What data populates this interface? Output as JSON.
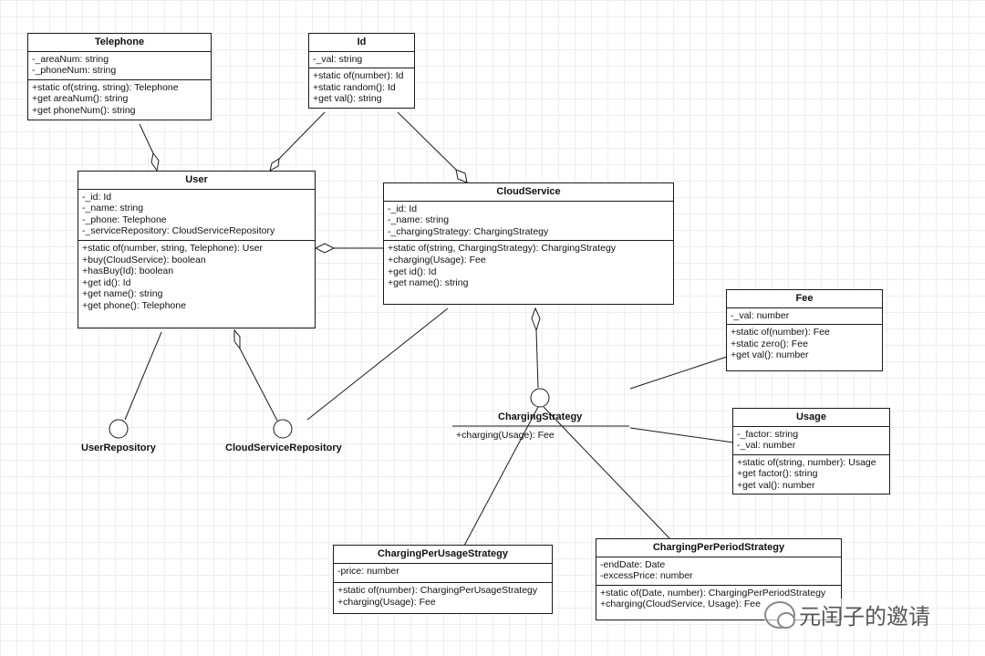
{
  "classes": {
    "telephone": {
      "name": "Telephone",
      "attributes": [
        "-_areaNum: string",
        "-_phoneNum: string"
      ],
      "methods": [
        "+static of(string, string): Telephone",
        "+get areaNum(): string",
        "+get phoneNum(): string"
      ]
    },
    "id": {
      "name": "Id",
      "attributes": [
        "-_val: string"
      ],
      "methods": [
        "+static of(number): Id",
        "+static random(): Id",
        "+get val(): string"
      ]
    },
    "user": {
      "name": "User",
      "attributes": [
        "-_id: Id",
        "-_name: string",
        "-_phone: Telephone",
        "-_serviceRepository: CloudServiceRepository"
      ],
      "methods": [
        "+static of(number, string, Telephone): User",
        "+buy(CloudService): boolean",
        "+hasBuy(Id): boolean",
        "+get id(): Id",
        "+get name(): string",
        "+get phone(): Telephone"
      ]
    },
    "cloudService": {
      "name": "CloudService",
      "attributes": [
        "-_id: Id",
        "-_name: string",
        "-_chargingStrategy: ChargingStrategy"
      ],
      "methods": [
        "+static of(string, ChargingStrategy): ChargingStrategy",
        "+charging(Usage): Fee",
        "+get id(): Id",
        "+get name(): string"
      ]
    },
    "fee": {
      "name": "Fee",
      "attributes": [
        "-_val: number"
      ],
      "methods": [
        "+static of(number): Fee",
        "+static zero(): Fee",
        "+get val(): number"
      ]
    },
    "usage": {
      "name": "Usage",
      "attributes": [
        "-_factor: string",
        "-_val: number"
      ],
      "methods": [
        "+static of(string, number): Usage",
        "+get factor(): string",
        "+get val(): number"
      ]
    },
    "perUsage": {
      "name": "ChargingPerUsageStrategy",
      "attributes": [
        "-price: number"
      ],
      "methods": [
        "+static of(number): ChargingPerUsageStrategy",
        "+charging(Usage): Fee"
      ]
    },
    "perPeriod": {
      "name": "ChargingPerPeriodStrategy",
      "attributes": [
        "-endDate: Date",
        "-excessPrice: number"
      ],
      "methods": [
        "+static of(Date, number): ChargingPerPeriodStrategy",
        "+charging(CloudService, Usage): Fee"
      ]
    }
  },
  "interfaces": {
    "chargingStrategy": {
      "name": "ChargingStrategy",
      "operation": "+charging(Usage): Fee"
    },
    "userRepository": {
      "name": "UserRepository"
    },
    "cloudServiceRepository": {
      "name": "CloudServiceRepository"
    }
  },
  "watermark": "元闰子的邀请"
}
